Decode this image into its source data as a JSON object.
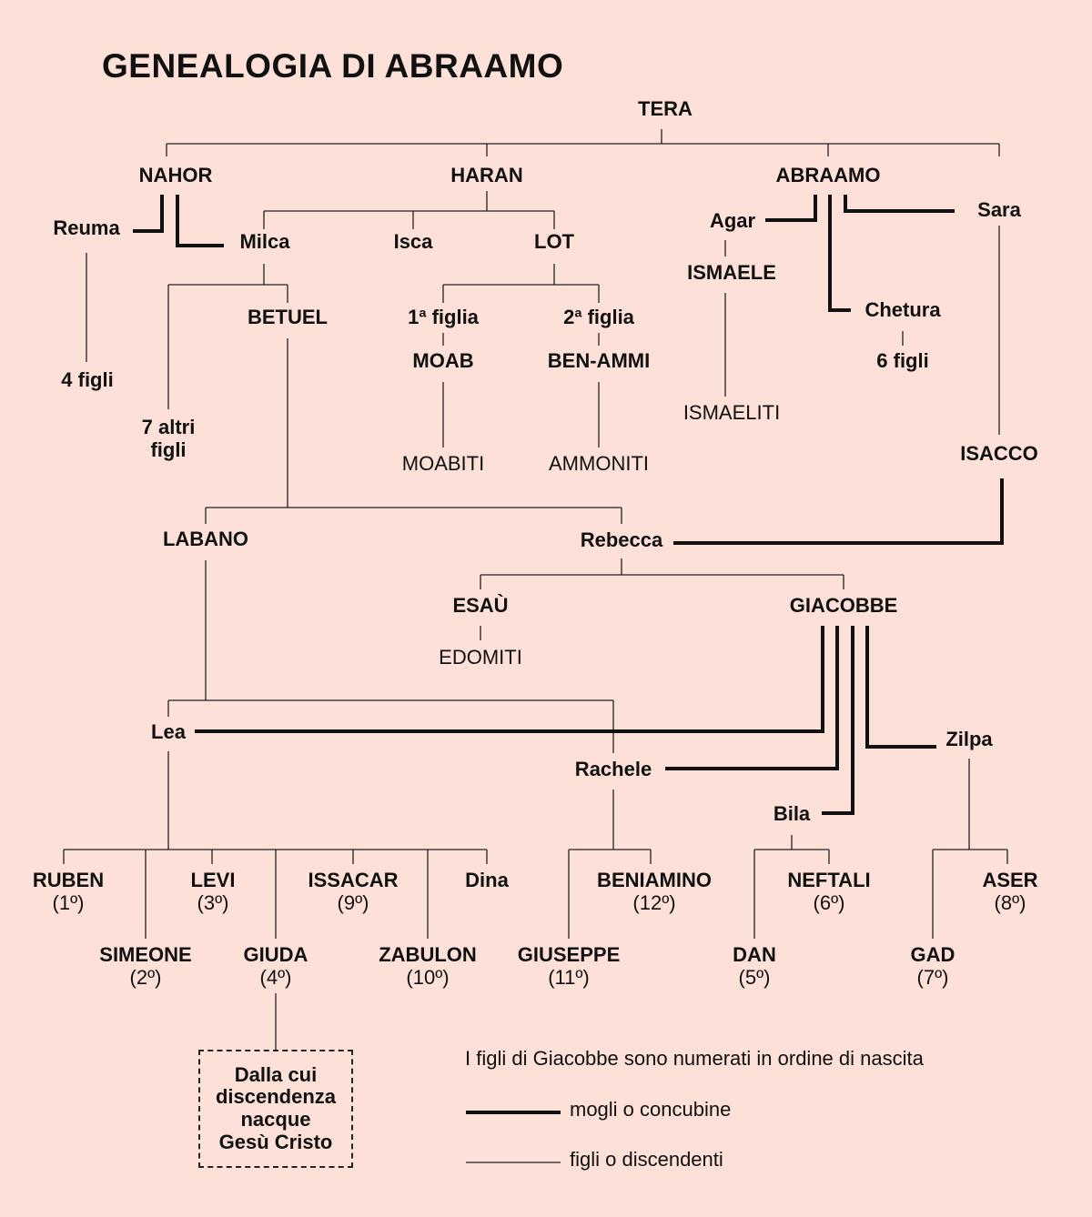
{
  "title": "GENEALOGIA DI ABRAAMO",
  "nodes": {
    "tera": "TERA",
    "nahor": "NAHOR",
    "haran": "HARAN",
    "abraamo": "ABRAAMO",
    "reuma": "Reuma",
    "milca": "Milca",
    "isca": "Isca",
    "lot": "LOT",
    "agar": "Agar",
    "sara": "Sara",
    "ismaele": "ISMAELE",
    "chetura": "Chetura",
    "sei_figli": "6 figli",
    "ismaeliti": "ISMAELITI",
    "quattro_figli": "4 figli",
    "sette_altri": "7 altri",
    "figli": "figli",
    "betuel": "BETUEL",
    "prima_figlia": "1ª figlia",
    "seconda_figlia": "2ª figlia",
    "moab": "MOAB",
    "ben_ammi": "BEN-AMMI",
    "moabiti": "MOABITI",
    "ammoniti": "AMMONITI",
    "isacco": "ISACCO",
    "labano": "LABANO",
    "rebecca": "Rebecca",
    "esau": "ESAÙ",
    "giacobbe": "GIACOBBE",
    "edomiti": "EDOMITI",
    "lea": "Lea",
    "rachele": "Rachele",
    "zilpa": "Zilpa",
    "bila": "Bila"
  },
  "sons": {
    "ruben": {
      "name": "RUBEN",
      "order": "(1º)"
    },
    "simeone": {
      "name": "SIMEONE",
      "order": "(2º)"
    },
    "levi": {
      "name": "LEVI",
      "order": "(3º)"
    },
    "giuda": {
      "name": "GIUDA",
      "order": "(4º)"
    },
    "issacar": {
      "name": "ISSACAR",
      "order": "(9º)"
    },
    "zabulon": {
      "name": "ZABULON",
      "order": "(10º)"
    },
    "dina": {
      "name": "Dina",
      "order": ""
    },
    "beniamino": {
      "name": "BENIAMINO",
      "order": "(12º)"
    },
    "giuseppe": {
      "name": "GIUSEPPE",
      "order": "(11º)"
    },
    "neftali": {
      "name": "NEFTALI",
      "order": "(6º)"
    },
    "dan": {
      "name": "DAN",
      "order": "(5º)"
    },
    "aser": {
      "name": "ASER",
      "order": "(8º)"
    },
    "gad": {
      "name": "GAD",
      "order": "(7º)"
    }
  },
  "note": "Dalla cui\ndiscendenza\nnacque\nGesù Cristo",
  "legend": {
    "intro": "I figli di Giacobbe sono numerati in ordine di nascita",
    "thick": "mogli o concubine",
    "thin": "figli o discendenti"
  },
  "colors": {
    "background": "#fde0d8",
    "ink": "#111111"
  }
}
